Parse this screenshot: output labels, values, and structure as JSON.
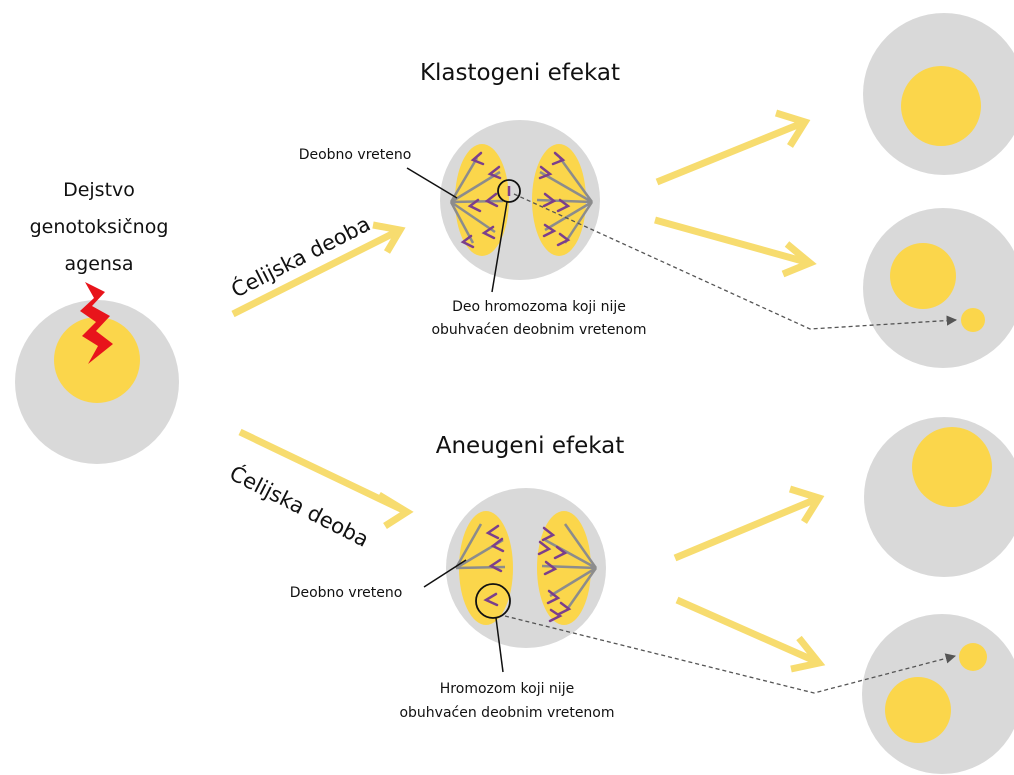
{
  "agent_label": {
    "line1": "Dejstvo",
    "line2": "genotoksičnog",
    "line3": "agensa"
  },
  "top": {
    "title": "Klastogeni efekat",
    "arrow_label": "Ćelijska deoba",
    "spindle_label": "Deobno vreteno",
    "fragment_label": {
      "line1": "Deo hromozoma koji nije",
      "line2": "obuhvaćen deobnim vretenom"
    }
  },
  "bottom": {
    "title": "Aneugeni efekat",
    "arrow_label": "Ćelijska deoba",
    "spindle_label": "Deobno vreteno",
    "chromosome_label": {
      "line1": "Hromozom koji nije",
      "line2": "obuhvaćen deobnim vretenom"
    }
  },
  "colors": {
    "cell": "#d9d9d9",
    "nucleus": "#fbd64b",
    "arrow": "#f7dc6f",
    "lightning": "#e8141b",
    "chromosome": "#7b3f8c",
    "spindle": "#8c8c8c"
  }
}
